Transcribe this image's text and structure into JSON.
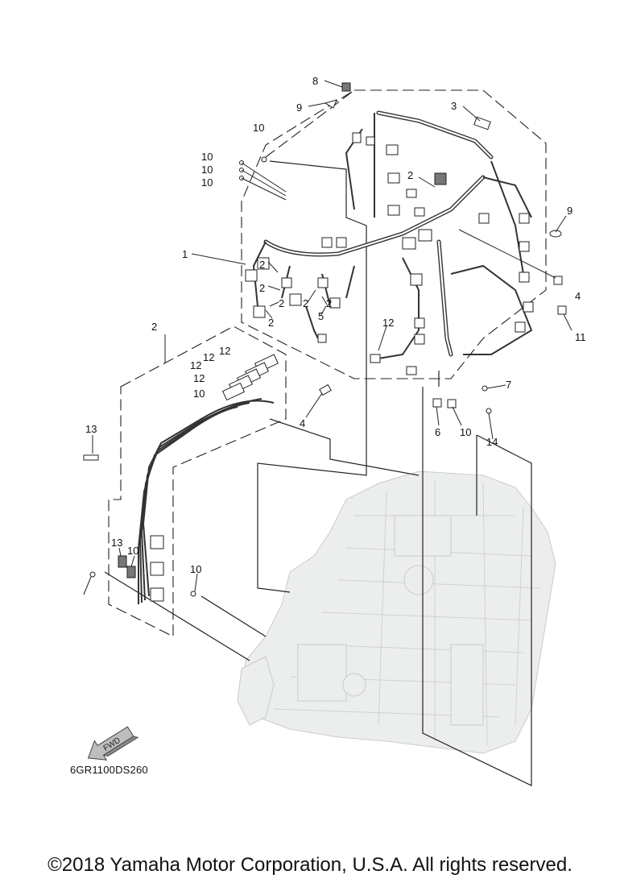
{
  "diagram": {
    "code": "6GR1100DS260",
    "fwd_label": "FWD",
    "callouts": [
      {
        "id": "c8",
        "label": "8"
      },
      {
        "id": "c9a",
        "label": "9"
      },
      {
        "id": "c3",
        "label": "3"
      },
      {
        "id": "c10a",
        "label": "10"
      },
      {
        "id": "c10b",
        "label": "10"
      },
      {
        "id": "c10c",
        "label": "10"
      },
      {
        "id": "c10d",
        "label": "10"
      },
      {
        "id": "c2a",
        "label": "2"
      },
      {
        "id": "c9b",
        "label": "9"
      },
      {
        "id": "c1",
        "label": "1"
      },
      {
        "id": "c2b",
        "label": "2"
      },
      {
        "id": "c2c",
        "label": "2"
      },
      {
        "id": "c2d",
        "label": "2"
      },
      {
        "id": "c2e",
        "label": "2"
      },
      {
        "id": "c2f",
        "label": "2"
      },
      {
        "id": "c2g",
        "label": "2"
      },
      {
        "id": "c5",
        "label": "5"
      },
      {
        "id": "c4a",
        "label": "4"
      },
      {
        "id": "c11",
        "label": "11"
      },
      {
        "id": "c2h",
        "label": "2"
      },
      {
        "id": "c12a",
        "label": "12"
      },
      {
        "id": "c12b",
        "label": "12"
      },
      {
        "id": "c12c",
        "label": "12"
      },
      {
        "id": "c12d",
        "label": "12"
      },
      {
        "id": "c12e",
        "label": "12"
      },
      {
        "id": "c10e",
        "label": "10"
      },
      {
        "id": "c7",
        "label": "7"
      },
      {
        "id": "c4b",
        "label": "4"
      },
      {
        "id": "c6",
        "label": "6"
      },
      {
        "id": "c10f",
        "label": "10"
      },
      {
        "id": "c14",
        "label": "14"
      },
      {
        "id": "c13a",
        "label": "13"
      },
      {
        "id": "c13b",
        "label": "13"
      },
      {
        "id": "c10g",
        "label": "10"
      },
      {
        "id": "c10h",
        "label": "10"
      }
    ]
  },
  "footer": {
    "copyright": "©2018 Yamaha Motor Corporation, U.S.A. All rights reserved."
  }
}
